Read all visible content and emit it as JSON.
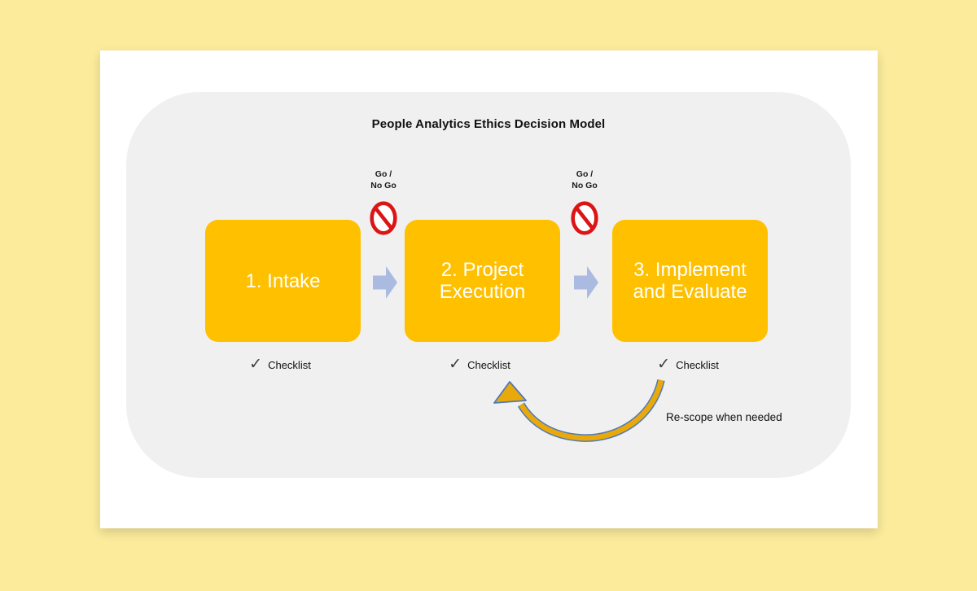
{
  "colors": {
    "page_bg": "#FBEB9B",
    "card_bg": "#FFFFFF",
    "panel_bg": "#F0F0F0",
    "stage_box_fill": "#FFC000",
    "stage_text": "#FFFFFF",
    "flow_arrow_fill": "#ABBAE1",
    "no_entry_red": "#DC1414",
    "loop_arrow_fill": "#E9A90B",
    "loop_arrow_outline": "#4F79B8",
    "text_dark": "#111111"
  },
  "diagram": {
    "title": "People Analytics Ethics Decision Model",
    "stages": [
      {
        "label": "1. Intake",
        "checklist_label": "Checklist"
      },
      {
        "label": "2. Project Execution",
        "checklist_label": "Checklist"
      },
      {
        "label": "3. Implement and Evaluate",
        "checklist_label": "Checklist"
      }
    ],
    "gates": [
      {
        "line1": "Go /",
        "line2": "No Go"
      },
      {
        "line1": "Go /",
        "line2": "No Go"
      }
    ],
    "check_glyph": "✓",
    "loop_label": "Re-scope when needed"
  }
}
